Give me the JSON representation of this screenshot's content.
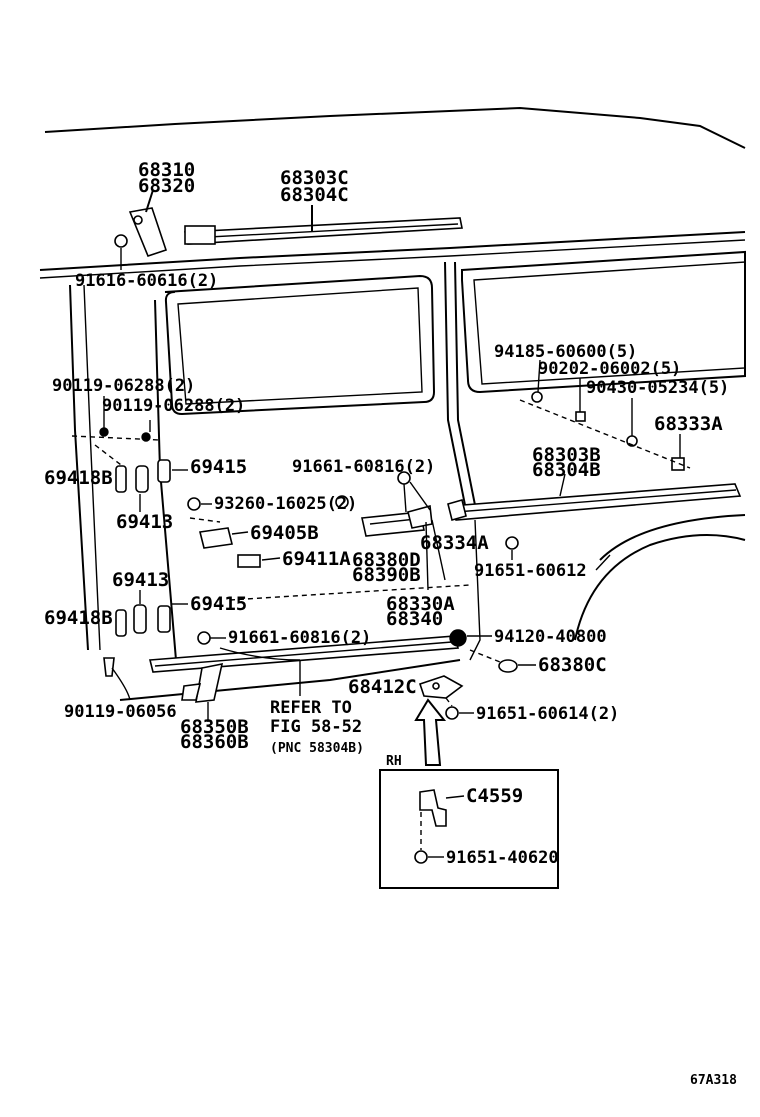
{
  "diagram": {
    "labels": {
      "p68310": "68310",
      "p68320": "68320",
      "p68303C": "68303C",
      "p68304C": "68304C",
      "p91616": "91616-60616(2)",
      "p90119a": "90119-06288(2)",
      "p90119b": "90119-06288(2)",
      "p94185": "94185-60600(5)",
      "p90202": "90202-06002(5)",
      "p90430": "90430-05234(5)",
      "p68333A": "68333A",
      "p69418B_top": "69418B",
      "p69415_top": "69415",
      "p91661_top": "91661-60816(2)",
      "p68303B": "68303B",
      "p68304B": "68304B",
      "p93260": "93260-16025(2)",
      "p69413_top": "69413",
      "p69405B": "69405B",
      "p68334A": "68334A",
      "p69411A": "69411A",
      "p68380D": "68380D",
      "p68390B": "68390B",
      "p91651_612": "91651-60612",
      "p69413_bot": "69413",
      "p68330A": "68330A",
      "p68340": "68340",
      "p69418B_bot": "69418B",
      "p69415_bot": "69415",
      "p91661_bot": "91661-60816(2)",
      "p94120": "94120-40800",
      "p68380C": "68380C",
      "p68412C": "68412C",
      "p91651_614": "91651-60614(2)",
      "p90119_06056": "90119-06056",
      "p68350B": "68350B",
      "p68360B": "68360B",
      "refer_line1": "REFER TO",
      "refer_line2": "FIG 58-52",
      "refer_line3": "(PNC 58304B)",
      "rh": "RH",
      "pC4559": "C4559",
      "p91651_620": "91651-40620",
      "figure_code": "67A318"
    }
  }
}
